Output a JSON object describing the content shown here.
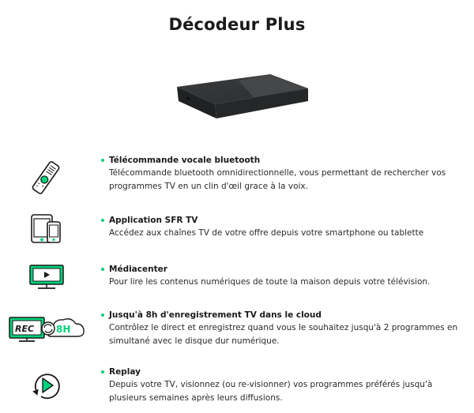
{
  "page": {
    "title": "Décodeur Plus"
  },
  "colors": {
    "accent": "#00d27a",
    "text": "#1a1a1a",
    "box": "#2b2d2e"
  },
  "features": [
    {
      "icon": "remote-control-icon",
      "title": "Télécommande vocale bluetooth",
      "description": "Télécommande bluetooth omnidirectionnelle, vous permettant de rechercher vos programmes TV en un clin d'œil grace à la voix."
    },
    {
      "icon": "tablet-phone-icon",
      "title": "Application SFR TV",
      "description": "Accédez aux chaînes TV de votre offre depuis votre smartphone ou tablette"
    },
    {
      "icon": "tv-play-icon",
      "title": "Médiacenter",
      "description": "Pour lire les contenus numériques de toute la maison depuis votre télévision."
    },
    {
      "icon": "cloud-recording-icon",
      "icon_labels": {
        "rec": "REC",
        "hours": "8H"
      },
      "title": "Jusqu'à 8h d'enregistrement TV dans le cloud",
      "description": "Contrôlez le direct et enregistrez quand vous le souhaitez jusqu'à 2 programmes en simultané avec le disque dur numérique."
    },
    {
      "icon": "replay-icon",
      "title": "Replay",
      "description": "Depuis votre TV, visionnez (ou re-visionner) vos programmes préférés jusqu'à plusieurs semaines après leurs diffusions."
    }
  ]
}
